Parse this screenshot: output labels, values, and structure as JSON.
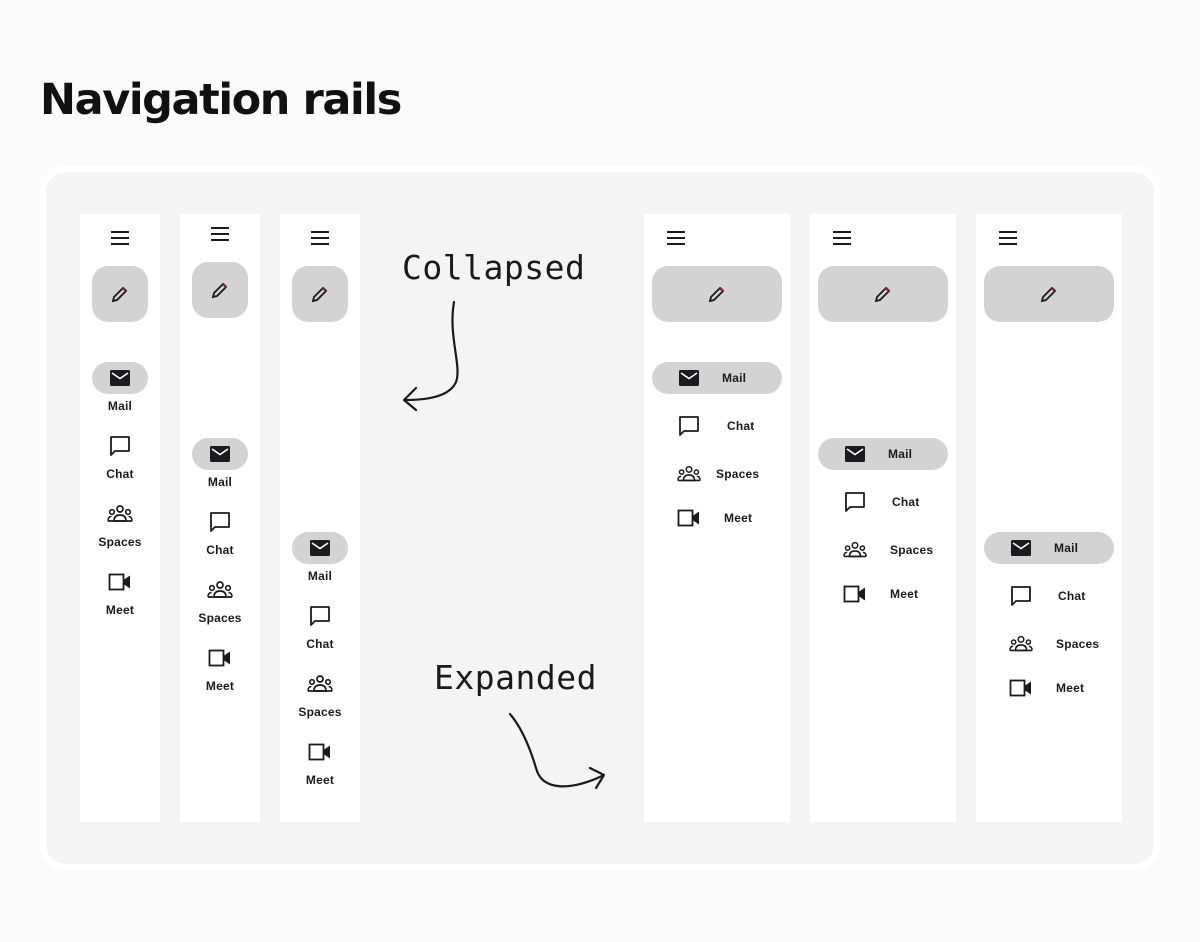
{
  "page": {
    "title": "Navigation rails"
  },
  "annotations": {
    "collapsed": "Collapsed",
    "expanded": "Expanded"
  },
  "nav": {
    "mail": "Mail",
    "chat": "Chat",
    "spaces": "Spaces",
    "meet": "Meet"
  },
  "icons": [
    "menu-icon",
    "edit-icon",
    "mail-icon",
    "chat-icon",
    "spaces-icon",
    "meet-icon",
    "arrow-icon"
  ],
  "colors": {
    "indicator": "#d3d3d3",
    "rail": "#ffffff",
    "stage": "#f4f4f4",
    "pencil_tip": "#7a2a3a"
  }
}
